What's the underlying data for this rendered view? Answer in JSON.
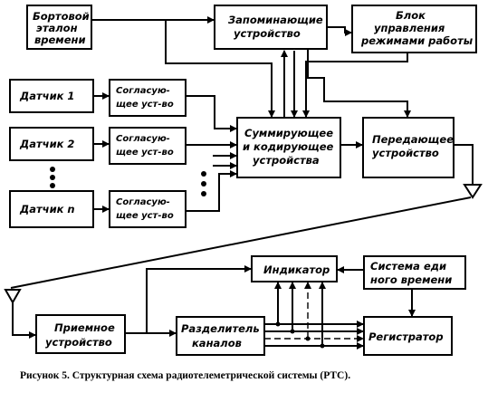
{
  "blocks": {
    "onboard_time": [
      "Бортовой",
      "эталон",
      "времени"
    ],
    "memory": [
      "Запоминающие",
      "устройство"
    ],
    "control": [
      "Блок",
      "управления",
      "режимами работы"
    ],
    "sensor1": "Датчик 1",
    "sensor2": "Датчик 2",
    "sensorn": "Датчик n",
    "matching": [
      "Согласую-",
      "щее уст-во"
    ],
    "summing": [
      "Суммирующее",
      "и кодирующее",
      "устройства"
    ],
    "transmitter": [
      "Передающее",
      "устройство"
    ],
    "indicator": "Индикатор",
    "unified_time": [
      "Система еди",
      "ного времени"
    ],
    "receiver": [
      "Приемное",
      "устройство"
    ],
    "separator": [
      "Разделитель",
      "каналов"
    ],
    "recorder": "Регистратор"
  },
  "caption": "Рисунок 5. Структурная схема радиотелеметрической системы (РТС)."
}
